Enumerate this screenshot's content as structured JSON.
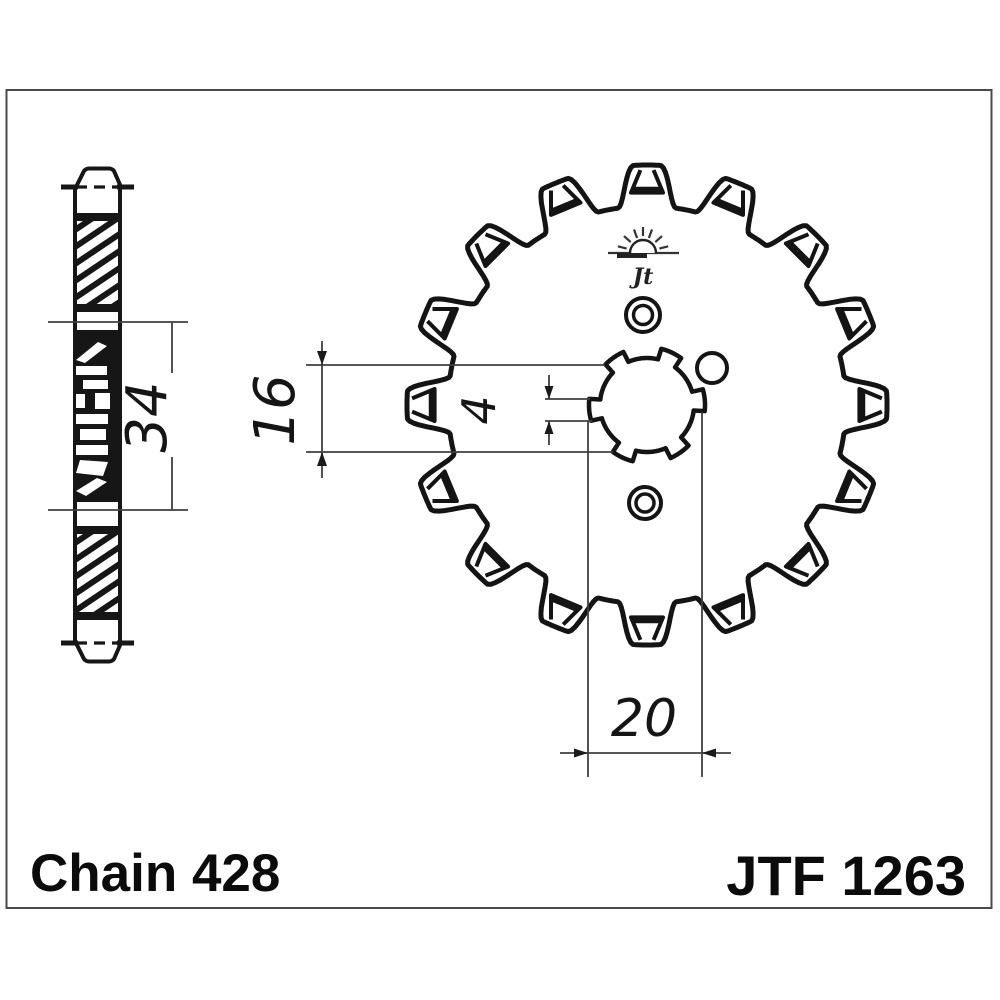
{
  "page": {
    "background": "#ffffff",
    "frame_color": "#4a4a4a",
    "line_color": "#161616",
    "thin_line_color": "#3f3f3f"
  },
  "labels": {
    "chain": "Chain 428",
    "part_number": "JTF 1263"
  },
  "dimensions": {
    "hub_span": "34",
    "bore_span": "16",
    "spline_slot": "4",
    "boss_width": "20"
  },
  "logo": {
    "icon": "rising-sun-icon",
    "text": "Jt"
  },
  "sprocket": {
    "teeth_count": 16,
    "holes_count": 3
  }
}
